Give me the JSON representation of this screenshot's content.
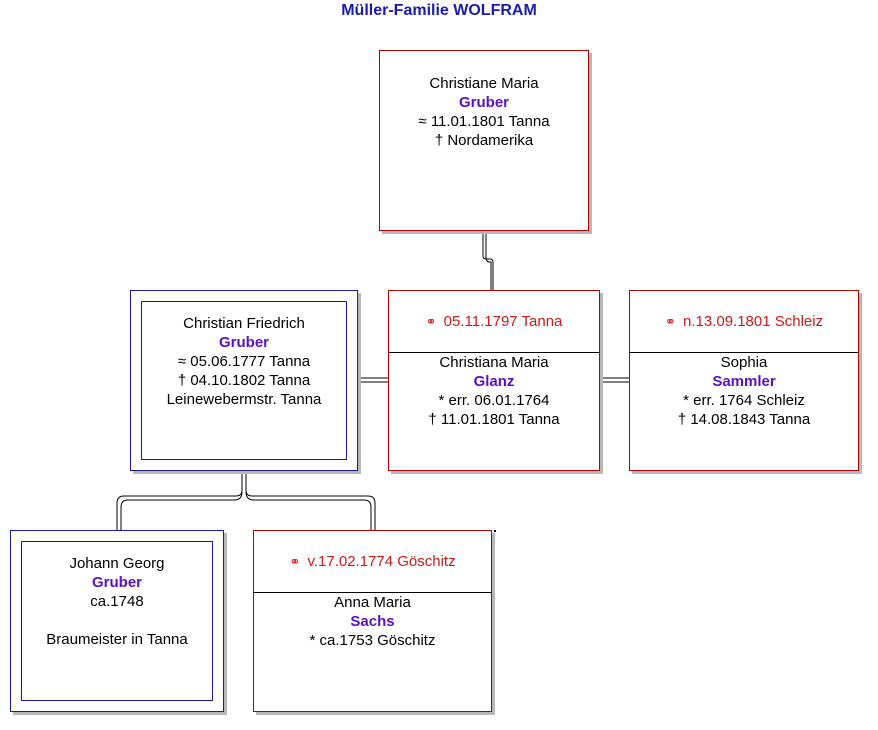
{
  "title": "Müller-Familie WOLFRAM",
  "rings_glyph": "⚭",
  "persons": {
    "christiane": {
      "given": "Christiane Maria",
      "surname": "Gruber",
      "line1": "≈  11.01.1801 Tanna",
      "line2": "† Nordamerika"
    },
    "christian": {
      "given": "Christian Friedrich",
      "surname": "Gruber",
      "line1": "≈  05.06.1777 Tanna",
      "line2": "†  04.10.1802 Tanna",
      "line3": "Leinewebermstr. Tanna"
    },
    "glanz": {
      "marriage": "05.11.1797 Tanna",
      "given": "Christiana Maria",
      "surname": "Glanz",
      "line1": "* err. 06.01.1764",
      "line2": "†  11.01.1801 Tanna"
    },
    "sammler": {
      "marriage": "n.13.09.1801 Schleiz",
      "given": "Sophia",
      "surname": "Sammler",
      "line1": "* err. 1764 Schleiz",
      "line2": "†  14.08.1843 Tanna"
    },
    "johann": {
      "given": "Johann Georg",
      "surname": "Gruber",
      "line1": "ca.1748",
      "line3": "Braumeister in Tanna"
    },
    "sachs": {
      "marriage": "v.17.02.1774 Göschitz",
      "given": "Anna Maria",
      "surname": "Sachs",
      "line1": "* ca.1753 Göschitz"
    }
  }
}
